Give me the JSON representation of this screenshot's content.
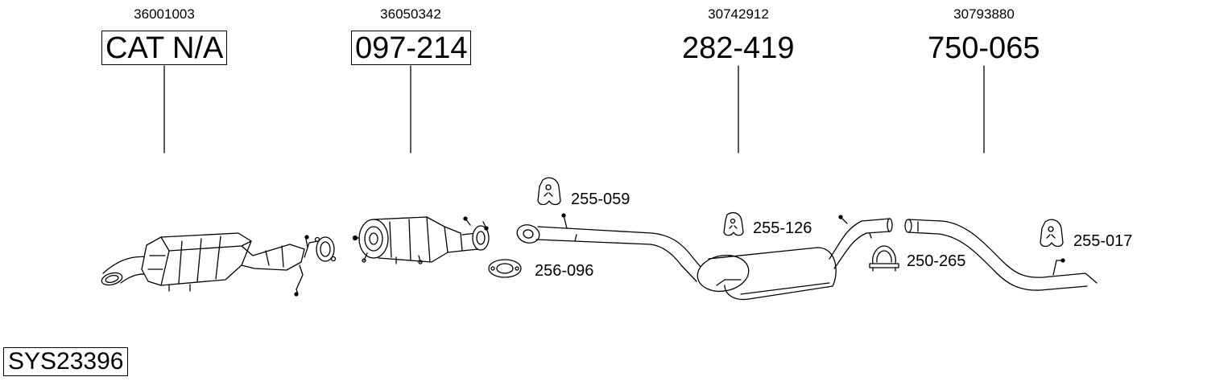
{
  "system_code": "SYS23396",
  "parts": [
    {
      "oe_number": "36001003",
      "part_number": "CAT N/A",
      "boxed": true
    },
    {
      "oe_number": "36050342",
      "part_number": "097-214",
      "boxed": true
    },
    {
      "oe_number": "30742912",
      "part_number": "282-419",
      "boxed": false
    },
    {
      "oe_number": "30793880",
      "part_number": "750-065",
      "boxed": false
    }
  ],
  "accessories": [
    {
      "number": "255-059",
      "icon": "rubber-hanger-icon"
    },
    {
      "number": "256-096",
      "icon": "gasket-icon"
    },
    {
      "number": "255-126",
      "icon": "rubber-hanger-icon"
    },
    {
      "number": "250-265",
      "icon": "pipe-clamp-icon"
    },
    {
      "number": "255-017",
      "icon": "rubber-hanger-icon"
    }
  ]
}
